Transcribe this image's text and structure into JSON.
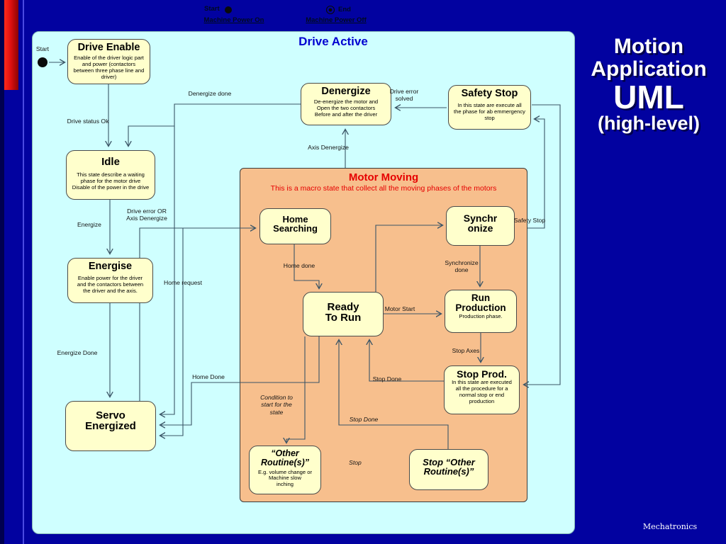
{
  "top_bar": {
    "start_label": "Start",
    "machine_on": "Machine Power On",
    "end_label": "End",
    "machine_off": "Machine Power Off"
  },
  "slide_title": {
    "line1": "Motion",
    "line2": "Application",
    "line3": "UML",
    "line4": "(high-level)"
  },
  "footer": {
    "brand": "Mechatronics"
  },
  "diagram": {
    "title": "Drive Active",
    "macro_state": {
      "title": "Motor Moving",
      "subtitle": "This is a macro state that collect all the moving phases of the motors"
    },
    "states": [
      {
        "id": "drive-enable",
        "title": "Drive Enable",
        "body": "Enable of the driver logic part\nand power (contactors\nbetween three phase line and\ndriver)"
      },
      {
        "id": "denergize",
        "title": "Denergize",
        "body": "De-energize the motor and\nOpen the two contactors\nBefore and after the driver"
      },
      {
        "id": "safety-stop",
        "title": "Safety Stop",
        "body": "In this state are execute all\nthe phase for ab emmergency\nstop"
      },
      {
        "id": "idle",
        "title": "Idle",
        "body": "This state describe a waiting\nphase for the motor drive\nDisable of the power in the drive"
      },
      {
        "id": "energise",
        "title": "Energise",
        "body": "Enable power for the driver\nand the contactors between\nthe driver and the axis."
      },
      {
        "id": "servo-energized",
        "title": "Servo\nEnergized",
        "body": ""
      },
      {
        "id": "home-searching",
        "title": "Home\nSearching",
        "body": ""
      },
      {
        "id": "synchronize",
        "title": "Synchr\nonize",
        "body": ""
      },
      {
        "id": "ready-to-run",
        "title": "Ready\nTo Run",
        "body": ""
      },
      {
        "id": "run-production",
        "title": "Run\nProduction",
        "body": "Production phase."
      },
      {
        "id": "stop-prod",
        "title": "Stop Prod.",
        "body": "In this state are executed\nall the procedure for a\nnormal stop or  end\nproduction"
      },
      {
        "id": "other-routines",
        "title": "“Other\nRoutine(s)”",
        "body": "E.g. volume change or\nMachine slow\ninching"
      },
      {
        "id": "stop-other-routines",
        "title": "Stop “Other\nRoutine(s)”",
        "body": ""
      }
    ],
    "labels": [
      {
        "id": "start",
        "text": "Start"
      },
      {
        "id": "drive-status-ok",
        "text": "Drive status Ok"
      },
      {
        "id": "denergize-done",
        "text": "Denergize done"
      },
      {
        "id": "drive-error-solved",
        "text": "Drive error\nsolved"
      },
      {
        "id": "axis-denergize",
        "text": "Axis Denergize"
      },
      {
        "id": "energize",
        "text": "Energize"
      },
      {
        "id": "drive-error-or-axis-denergize",
        "text": "Drive error OR\nAxis Denergize"
      },
      {
        "id": "home-request",
        "text": "Home request"
      },
      {
        "id": "energize-done",
        "text": "Energize Done"
      },
      {
        "id": "home-done-inner",
        "text": "Home done"
      },
      {
        "id": "synchronize-done",
        "text": "Synchronize\ndone"
      },
      {
        "id": "safety-stop-event",
        "text": "Safety Stop"
      },
      {
        "id": "motor-start",
        "text": "Motor Start"
      },
      {
        "id": "stop-axes",
        "text": "Stop Axes"
      },
      {
        "id": "home-done-outer",
        "text": "Home Done"
      },
      {
        "id": "stop-done-upper",
        "text": "Stop Done"
      },
      {
        "id": "condition-to-start",
        "text": "Condition to\nstart for the\nstate"
      },
      {
        "id": "stop-done-lower",
        "text": "Stop Done"
      },
      {
        "id": "stop",
        "text": "Stop"
      }
    ]
  },
  "colors": {
    "background": "#0202A0",
    "panel": "#CFFFFF",
    "state_fill": "#FFFFCC",
    "macro_fill": "#F7BF8D",
    "macro_text": "#E60000",
    "diagram_title": "#0000D0",
    "red_bar": "#E01010",
    "title_text": "#FFFFFF"
  }
}
